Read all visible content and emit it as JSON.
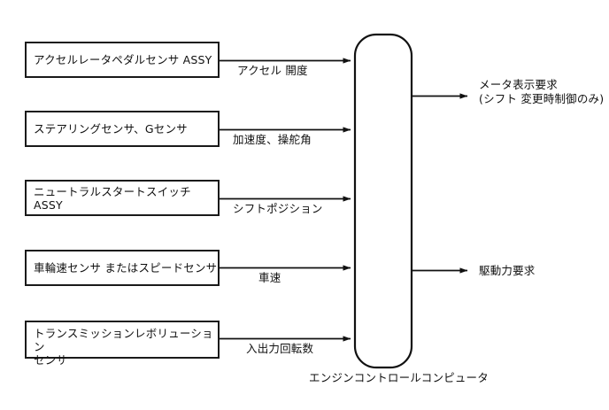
{
  "diagram": {
    "type": "block-flow-diagram",
    "background_color": "#ffffff",
    "line_color": "#1a1a1a",
    "text_color": "#111111",
    "inputs": [
      {
        "box_label": "アクセルレータペダルセンサ ASSY",
        "signal_label": "アクセル 開度"
      },
      {
        "box_label": "ステアリングセンサ、Gセンサ",
        "signal_label": "加速度、操舵角"
      },
      {
        "box_label": "ニュートラルスタートスイッチASSY",
        "signal_label": "シフトポジション"
      },
      {
        "box_label": "車輪速センサ またはスピードセンサ",
        "signal_label": "車速"
      },
      {
        "box_label": "トランスミッションレボリューション\nセンサ",
        "signal_label": "入出力回転数"
      }
    ],
    "ecu": {
      "caption": "エンジンコントロールコンピュータ"
    },
    "outputs": [
      {
        "label": "メータ表示要求\n(シフト 変更時制御のみ)"
      },
      {
        "label": "駆動力要求"
      }
    ]
  }
}
